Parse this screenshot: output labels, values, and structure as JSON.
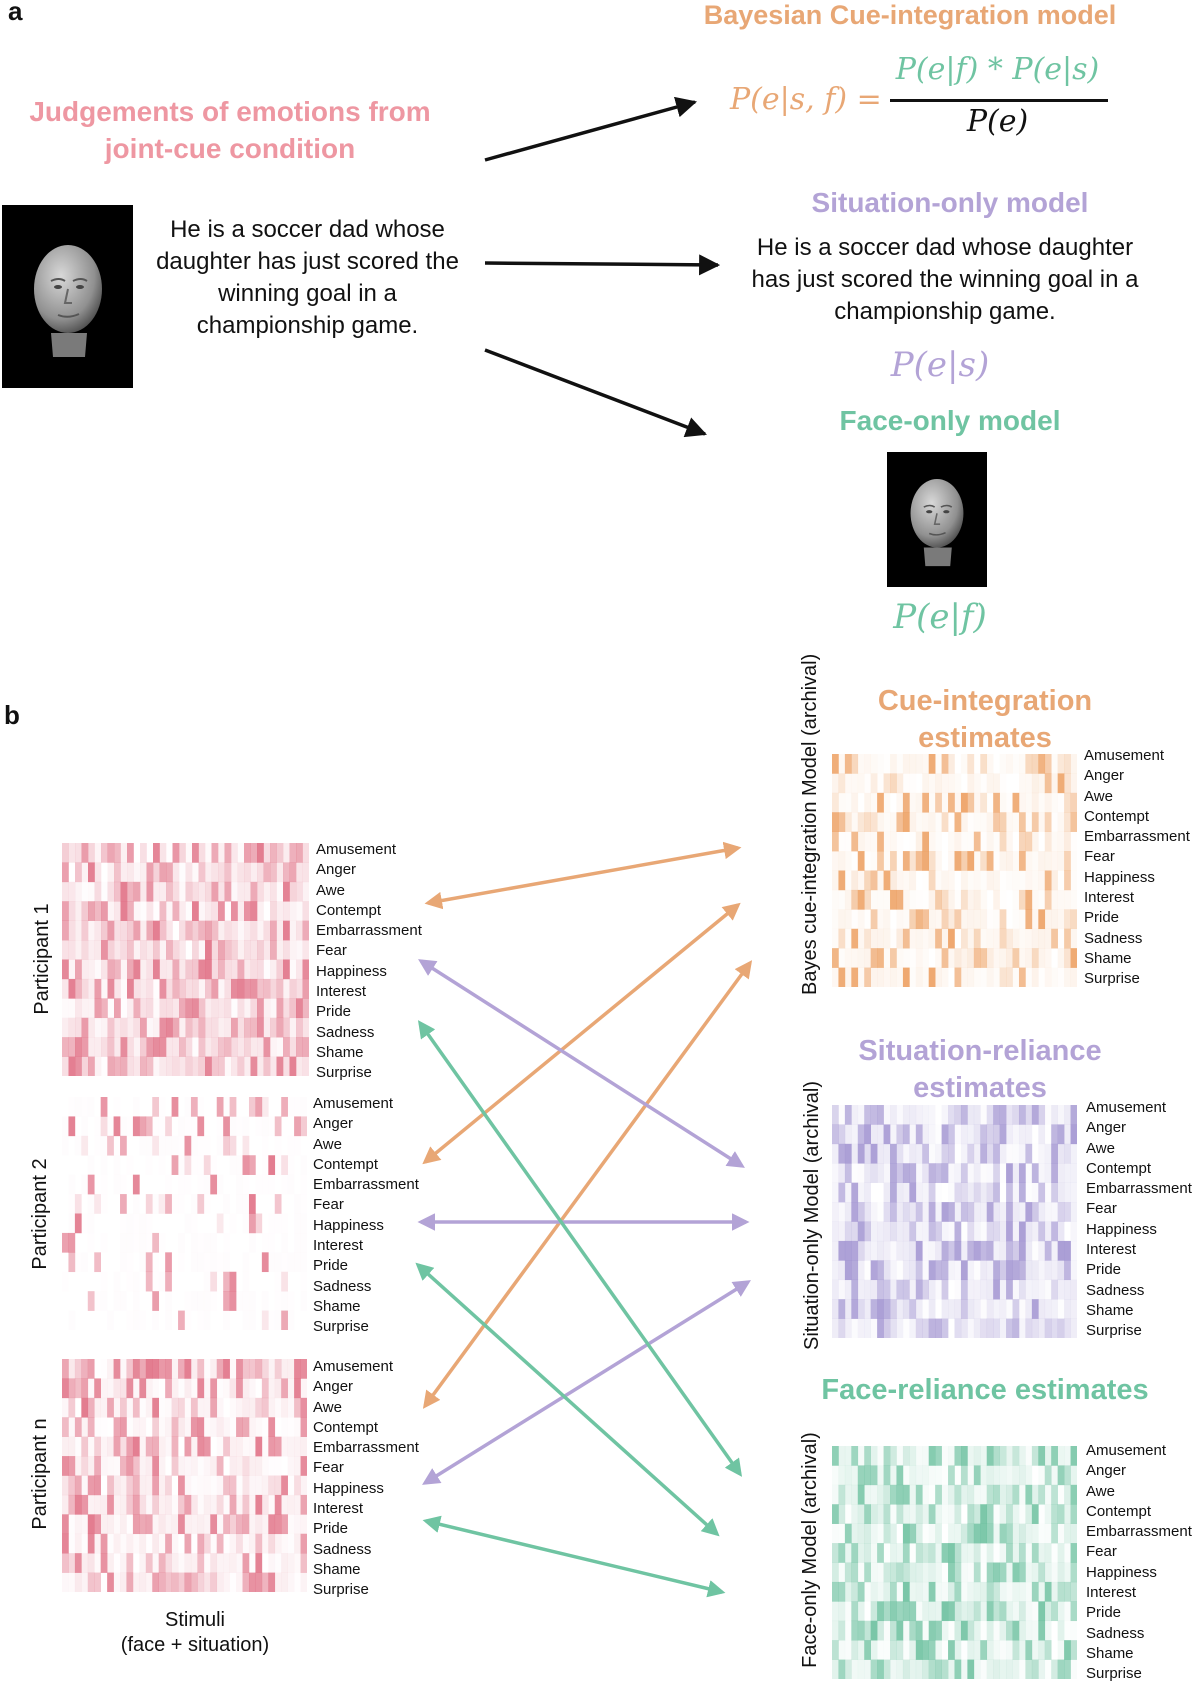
{
  "panel_a": {
    "label": "a",
    "joint_title": "Judgements of emotions from joint-cue condition",
    "joint_text": "He is a soccer dad whose daughter has just scored the winning goal in a championship game.",
    "bayes_title": "Bayesian Cue-integration model",
    "bayes_lhs": "P(e|s, f) =",
    "bayes_num": "P(e|f) * P(e|s)",
    "bayes_den": "P(e)",
    "situation_title": "Situation-only model",
    "situation_text": "He is a soccer dad whose daughter has just scored the winning goal in a championship game.",
    "situation_formula": "P(e|s)",
    "face_title": "Face-only model",
    "face_formula": "P(e|f)"
  },
  "panel_b": {
    "label": "b",
    "emotions": [
      "Amusement",
      "Anger",
      "Awe",
      "Contempt",
      "Embarrassment",
      "Fear",
      "Happiness",
      "Interest",
      "Pride",
      "Sadness",
      "Shame",
      "Surprise"
    ],
    "participants": [
      "Participant 1",
      "Participant 2",
      "Participant n"
    ],
    "stimuli_label": "Stimuli",
    "stimuli_sublabel": "(face + situation)",
    "models": [
      {
        "title": "Cue-integration estimates",
        "axis": "Bayes cue-integration Model (archival)"
      },
      {
        "title": "Situation-reliance estimates",
        "axis": "Situation-only Model (archival)"
      },
      {
        "title": "Face-reliance estimates",
        "axis": "Face-only Model (archival)"
      }
    ]
  },
  "colors": {
    "bayes": "#e8a775",
    "situation": "#b3a3d6",
    "face": "#6fc4a2",
    "joint": "#ee97a2",
    "pink_cell": "#df6a80",
    "orange_cell": "#ec9a58",
    "purple_cell": "#9d8fcf",
    "green_cell": "#66be9b"
  }
}
